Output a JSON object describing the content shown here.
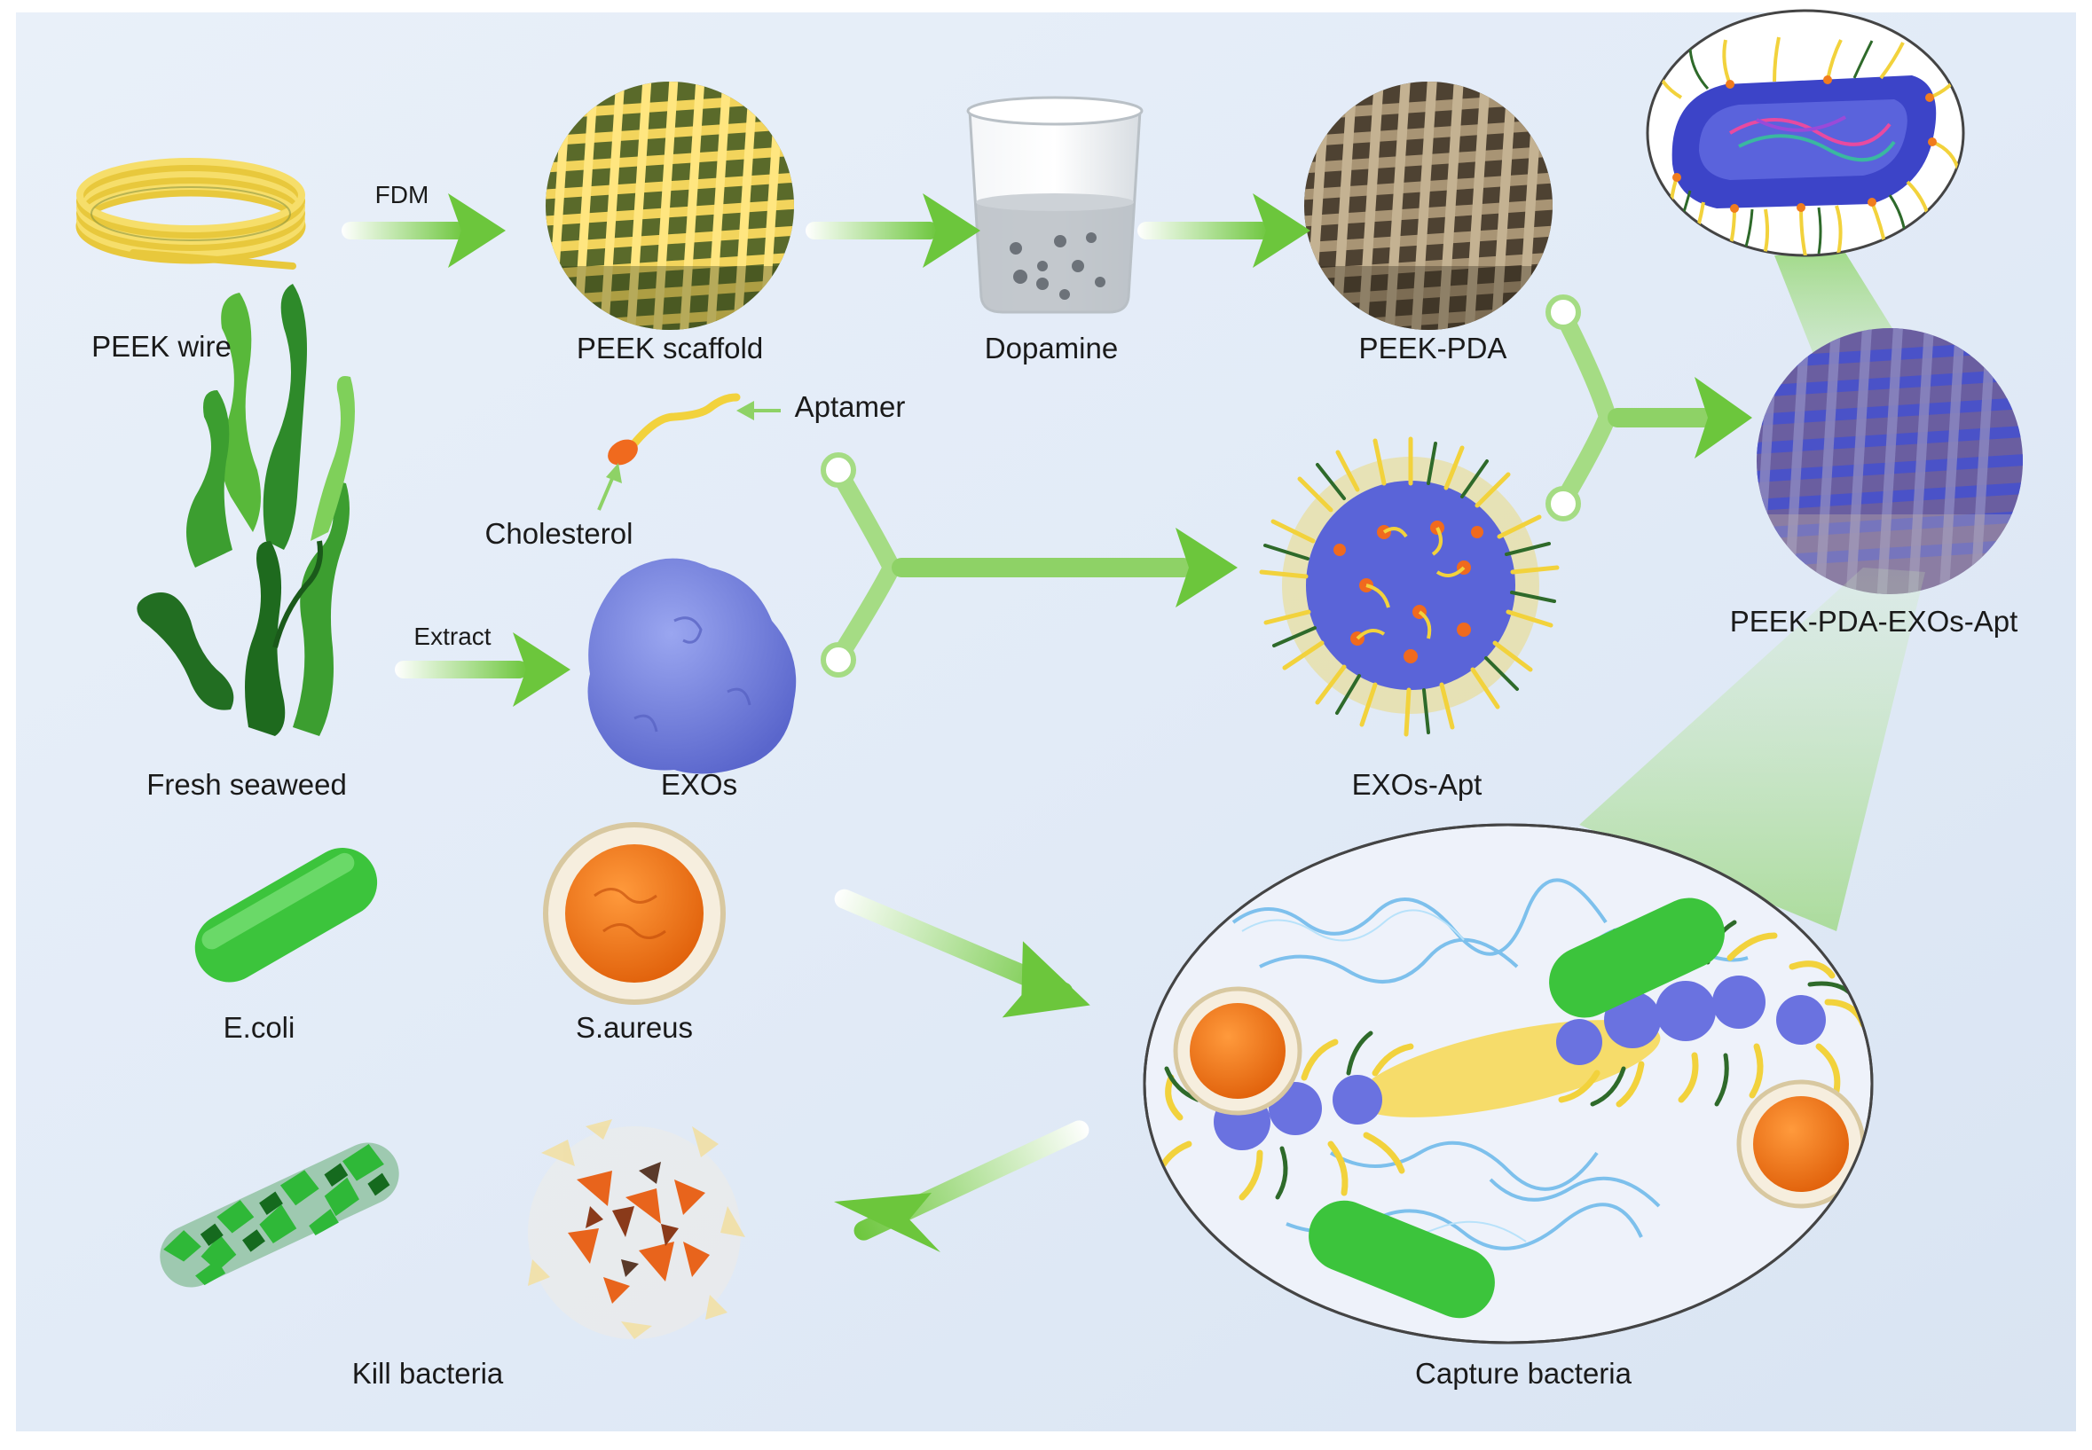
{
  "labels": {
    "peek_wire": "PEEK wire",
    "fdm": "FDM",
    "peek_scaffold": "PEEK scaffold",
    "dopamine": "Dopamine",
    "peek_pda": "PEEK-PDA",
    "aptamer": "Aptamer",
    "cholesterol": "Cholesterol",
    "extract": "Extract",
    "fresh_seaweed": "Fresh seaweed",
    "exos": "EXOs",
    "exos_apt": "EXOs-Apt",
    "peek_pda_exos_apt": "PEEK-PDA-EXOs-Apt",
    "e_coli": "E.coli",
    "s_aureus": "S.aureus",
    "kill_bacteria": "Kill bacteria",
    "capture_bacteria": "Capture bacteria"
  },
  "colors": {
    "background": "#e6eef8",
    "arrow_green": "#6cc63c",
    "scaffold_yellow": "#f2d45c",
    "pda_brown": "#9c8a6e",
    "exosome_blue": "#6a76d8",
    "seaweed_green": "#2f9a2a",
    "ecoli_green": "#3cc43c",
    "saureus_orange": "#f07c1e"
  }
}
